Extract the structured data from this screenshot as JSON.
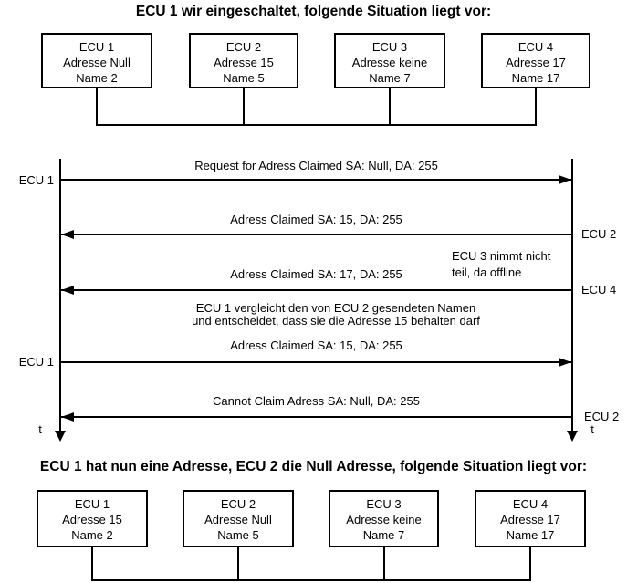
{
  "colors": {
    "ink": "#000000",
    "background": "#ffffff"
  },
  "top_section": {
    "title": "ECU 1 wir eingeschaltet, folgende Situation liegt vor:",
    "boxes": [
      {
        "lines": [
          "ECU 1",
          "Adresse Null",
          "Name 2"
        ]
      },
      {
        "lines": [
          "ECU 2",
          "Adresse 15",
          "Name 5"
        ]
      },
      {
        "lines": [
          "ECU 3",
          "Adresse keine",
          "Name 7"
        ]
      },
      {
        "lines": [
          "ECU 4",
          "Adresse 17",
          "Name 17"
        ]
      }
    ]
  },
  "sequence": {
    "messages": [
      {
        "label": "Request for Adress Claimed SA: Null, DA: 255",
        "sender": "ECU 1",
        "direction": "left-to-right"
      },
      {
        "label": "Adress Claimed SA: 15, DA: 255",
        "sender": "ECU 2",
        "direction": "right-to-left"
      },
      {
        "label": "Adress Claimed SA: 17, DA: 255",
        "sender": "ECU 4",
        "direction": "right-to-left"
      },
      {
        "label": "Adress Claimed SA: 15, DA: 255",
        "sender": "ECU 1",
        "direction": "left-to-right"
      },
      {
        "label": "Cannot Claim Adress SA: Null, DA: 255",
        "sender": "ECU 2",
        "direction": "right-to-left"
      }
    ],
    "notes": {
      "ecu3_offline": {
        "line1": "ECU 3 nimmt nicht",
        "line2": "teil, da offline"
      },
      "ecu1_compare": {
        "line1": "ECU 1 vergleicht den von ECU 2 gesendeten Namen",
        "line2": "und entscheidet, dass sie die Adresse 15 behalten darf"
      }
    },
    "time_axis_label": "t"
  },
  "bottom_section": {
    "title": "ECU 1 hat nun eine Adresse, ECU 2 die Null Adresse, folgende Situation liegt vor:",
    "boxes": [
      {
        "lines": [
          "ECU 1",
          "Adresse 15",
          "Name 2"
        ]
      },
      {
        "lines": [
          "ECU 2",
          "Adresse Null",
          "Name 5"
        ]
      },
      {
        "lines": [
          "ECU 3",
          "Adresse keine",
          "Name 7"
        ]
      },
      {
        "lines": [
          "ECU 4",
          "Adresse 17",
          "Name 17"
        ]
      }
    ]
  }
}
